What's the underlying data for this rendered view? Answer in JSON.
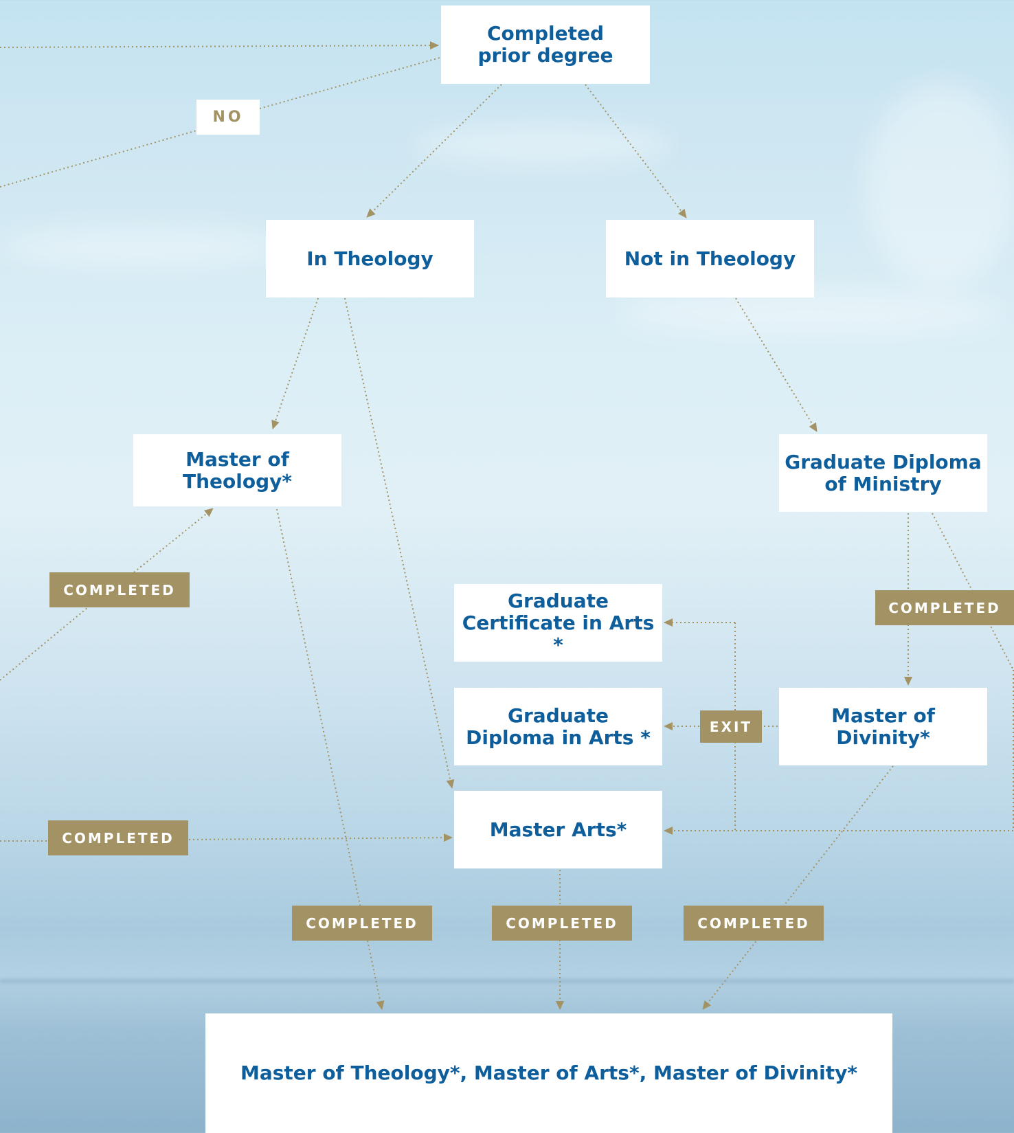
{
  "nodes": {
    "completed_prior_degree": "Completed\nprior degree",
    "in_theology": "In Theology",
    "not_in_theology": "Not in Theology",
    "master_of_theology": "Master of\nTheology*",
    "graduate_diploma_ministry": "Graduate Diploma\nof Ministry",
    "graduate_certificate_arts": "Graduate\nCertificate in Arts *",
    "graduate_diploma_arts": "Graduate\nDiploma in Arts *",
    "master_of_divinity": "Master of Divinity*",
    "master_arts": "Master Arts*",
    "final_outcomes": "Master of Theology*, Master of Arts*, Master of Divinity*"
  },
  "tags": {
    "no": "NO",
    "exit": "EXIT",
    "completed": "COMPLETED"
  },
  "colors": {
    "node_text": "#0f5e9c",
    "tag_bg": "#a39264",
    "connector": "#a39264"
  }
}
